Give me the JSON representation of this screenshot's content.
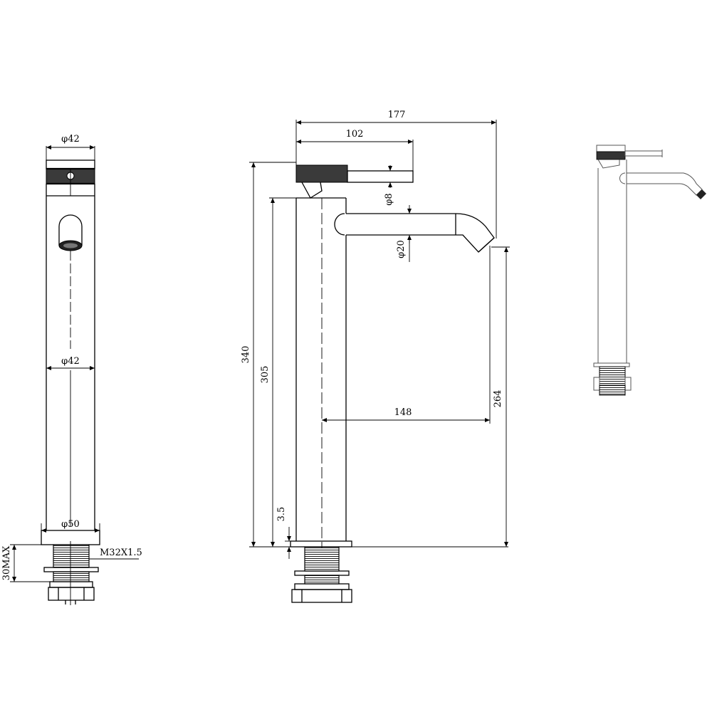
{
  "front_view": {
    "dia_top": "φ42",
    "dia_mid": "φ42",
    "dia_base": "φ50",
    "thread": "M32X1.5",
    "mount": "30MAX"
  },
  "side_view": {
    "width_total": "177",
    "lever_reach": "102",
    "lever_dia": "φ8",
    "spout_dia": "φ20",
    "height_total": "340",
    "height_body": "305",
    "base_offset": "3.5",
    "spout_reach": "148",
    "spout_height": "264"
  },
  "colors": {
    "line": "#000000",
    "knurl": "#3a3a3a",
    "background": "#ffffff"
  }
}
